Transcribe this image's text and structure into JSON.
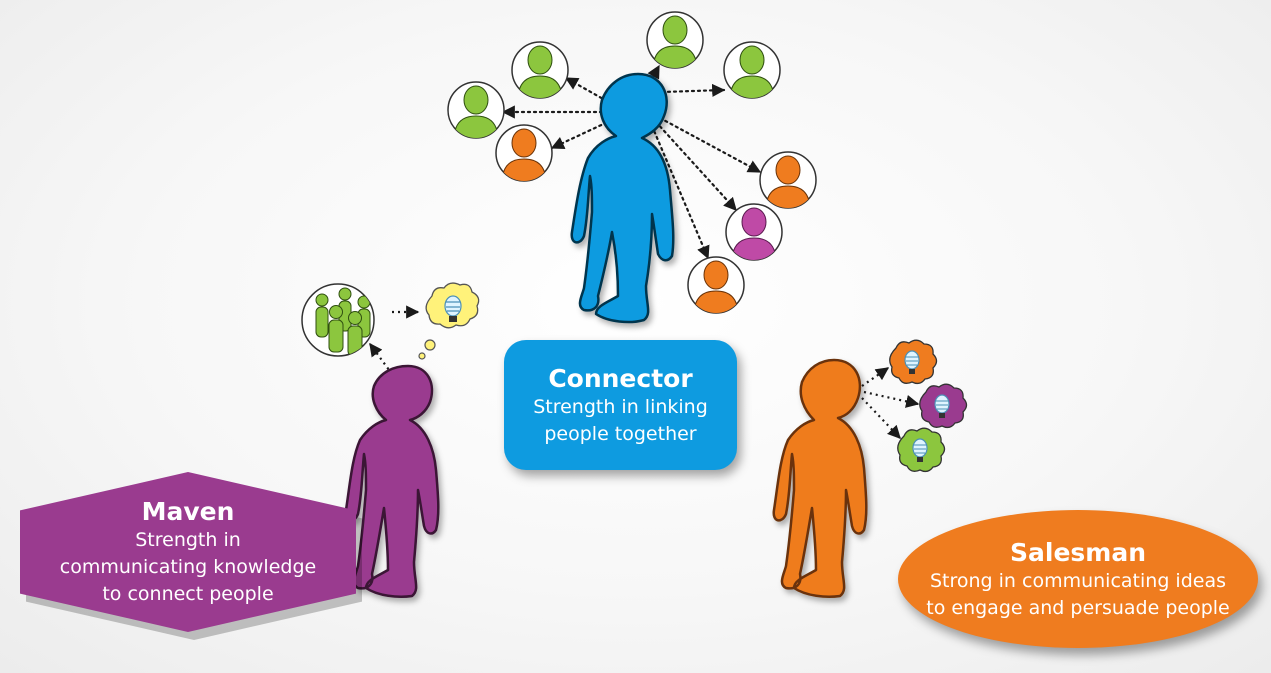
{
  "colors": {
    "connector": "#0e9be0",
    "maven": "#9a3b8f",
    "salesman": "#ef7c1f",
    "green": "#8cc63e",
    "orange": "#ef7c1f",
    "magenta": "#bf4aa6",
    "thought": "#fff27a"
  },
  "roles": {
    "connector": {
      "title": "Connector",
      "desc": [
        "Strength in linking",
        "people together"
      ]
    },
    "maven": {
      "title": "Maven",
      "desc": [
        "Strength in",
        "communicating knowledge",
        "to connect people"
      ]
    },
    "salesman": {
      "title": "Salesman",
      "desc": [
        "Strong in communicating ideas",
        "to engage and persuade people"
      ]
    }
  },
  "icons": {
    "person": "person-silhouette-icon",
    "group": "people-group-icon",
    "idea": "light-bulb-icon"
  }
}
